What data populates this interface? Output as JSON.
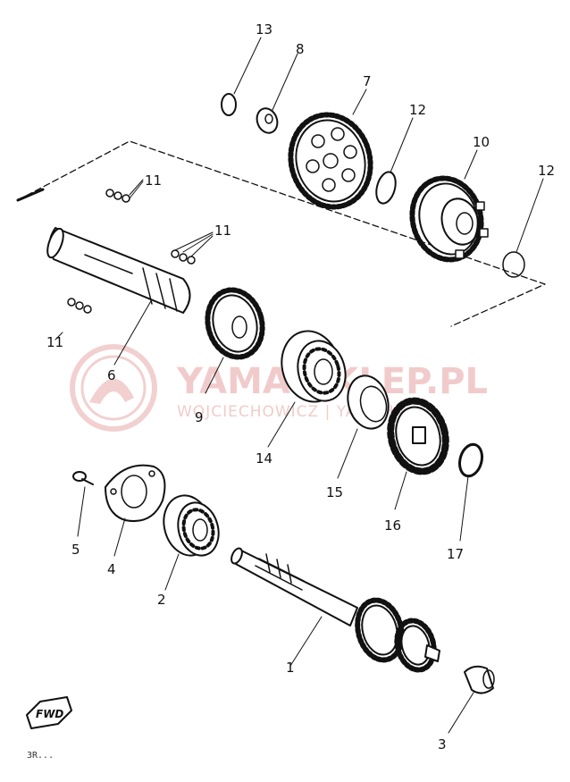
{
  "watermark": {
    "title": "YAMA-SKLEP.PL",
    "subtitle": "WOJCIECHOWICZ | YAMAHA",
    "color": "#e9aaaa"
  },
  "callouts": [
    "13",
    "8",
    "7",
    "12",
    "10",
    "12",
    "11",
    "11",
    "6",
    "11",
    "9",
    "14",
    "15",
    "16",
    "17",
    "5",
    "4",
    "2",
    "1",
    "3"
  ],
  "fwd_badge": "FWD",
  "footer_code": "3R..."
}
